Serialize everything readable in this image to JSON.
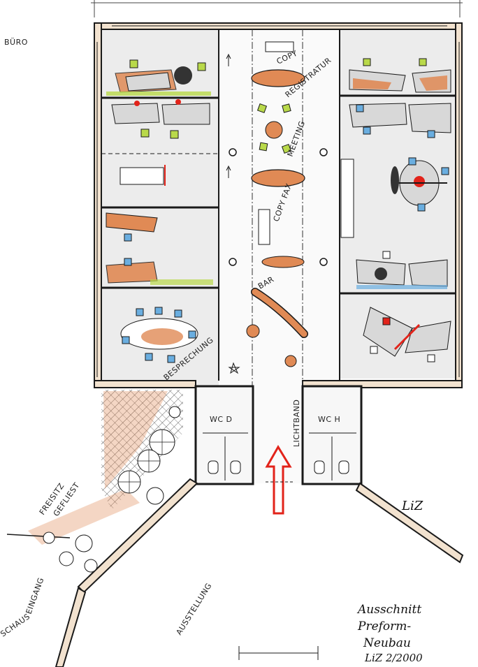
{
  "labels": {
    "buero": "BÜRO",
    "copy_top": "COPY",
    "registratur": "REGISTRATUR",
    "meeting": "MEETING",
    "copy_fax": "COPY FAX",
    "bar": "BAR",
    "besprechung": "BESPRECHUNG",
    "lichtband": "LICHTBAND",
    "wc_d": "WC D",
    "wc_h": "WC H",
    "freisitz": "FREISITZ",
    "gefliest": "GEFLIEST",
    "ausstellung": "AUSSTELLUNG",
    "eingang": "EINGANG",
    "schaus": "SCHAUS"
  },
  "signature": {
    "initials": "LiZ",
    "line1": "Ausschnitt",
    "line2": "Preform-",
    "line3": "Neubau",
    "line4": "LiZ 2/2000"
  },
  "colors": {
    "wall": "#1a1a1a",
    "wood": "#e08a55",
    "chair_green": "#b9d94a",
    "chair_blue": "#6aaee0",
    "accent_red": "#e2231a",
    "floor_grey": "#e9e9e9",
    "wall_fill": "#f2e2cf"
  }
}
